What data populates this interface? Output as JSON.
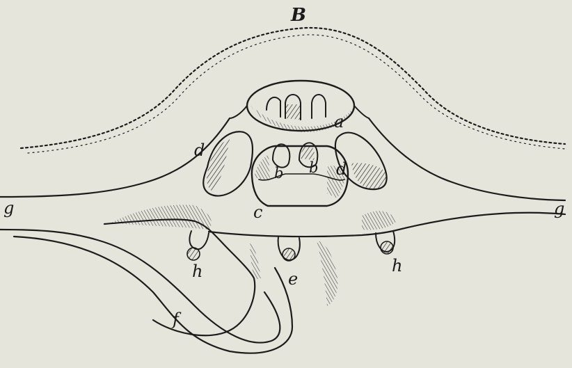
{
  "figure": {
    "background_color": "#e6e5dc",
    "ink_color": "#1c1c1c",
    "labels": {
      "B": "B",
      "a": "a",
      "b_left": "b",
      "b_right": "b",
      "c": "c",
      "d_left": "d",
      "d_right": "d",
      "e": "e",
      "f": "f",
      "g_left": "g",
      "g_right": "g",
      "h_left": "h",
      "h_right": "h"
    }
  }
}
